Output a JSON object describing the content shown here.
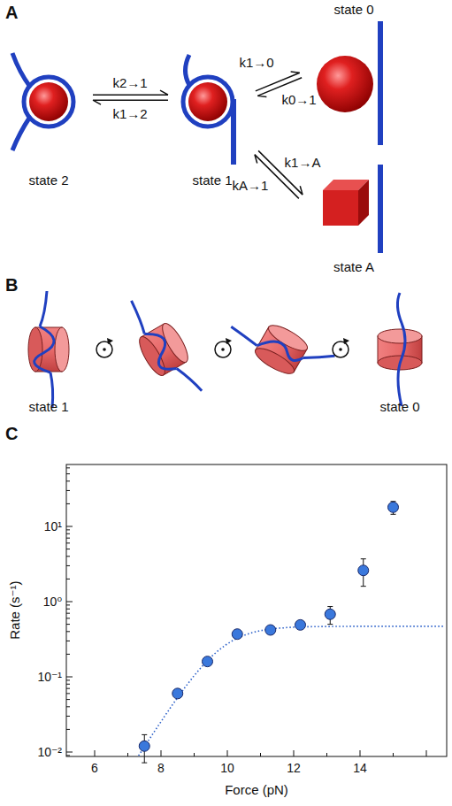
{
  "diagram": {
    "nodes": [
      {
        "text": [
          "state 2"
        ]
      },
      {
        "text": [
          "state 1"
        ]
      },
      {
        "text": [
          "state 0"
        ]
      },
      {
        "text": [
          "state A"
        ]
      }
    ],
    "edges": [
      {
        "from": 0,
        "to": 1,
        "arrow": "both",
        "label": "k2→1"
      },
      {
        "from": 1,
        "to": 2,
        "arrow": "both",
        "label": "k1→0"
      },
      {
        "from": 1,
        "to": 3,
        "arrow": "both",
        "label": "k1→A"
      }
    ],
    "labels": [
      "A",
      "k1→2",
      "k0→1",
      "kA→1",
      "B",
      "state 1",
      "state 0",
      "C",
      "10¹",
      "10⁰",
      "10⁻¹",
      "10⁻²",
      "6",
      "8",
      "10",
      "12",
      "14",
      "Rate (s⁻¹)",
      "Force (pN)"
    ]
  }
}
